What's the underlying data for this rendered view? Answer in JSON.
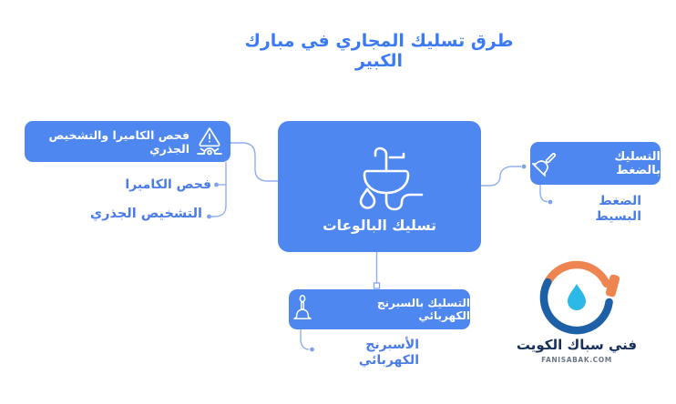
{
  "title": "طرق تسليك المجاري في مبارك الكبير",
  "center_node": {
    "label": "تسليك البالوعات"
  },
  "branches": {
    "camera": {
      "label": "فحص الكاميرا والتشخيص الجذري",
      "items": [
        "فحص الكاميرا",
        "التشخيص الجذري"
      ]
    },
    "pressure": {
      "label": "التسليك بالضغط",
      "items": [
        "الضغط البسيط"
      ]
    },
    "spring": {
      "label": "التسليك بالسبرنج الكهربائي",
      "items": [
        "الأسبرنج الكهربائي"
      ]
    }
  },
  "logo": {
    "name": "فني سباك الكويت",
    "website": "FANISABAK.COM"
  },
  "icons": {
    "camera_branch": "warning-triangle-over-drain-camera",
    "center": "sink-with-trap-pipe-and-water-drop",
    "pressure": "plunger-tilted",
    "spring": "plunger-upright-with-ring-handle",
    "logo": "circular-pipe-with-water-drop"
  },
  "colors": {
    "primary_blue": "#4e87ef",
    "title_blue": "#3b7af2",
    "link_blue": "#4a7ce8",
    "connector_blue": "#8fadf0",
    "logo_navy": "#1e60a8",
    "logo_orange": "#ee8550",
    "logo_drop_cyan": "#2db9e8"
  }
}
